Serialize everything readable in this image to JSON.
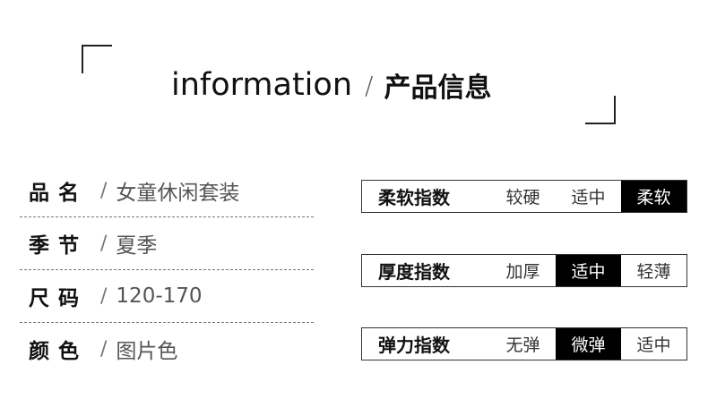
{
  "header": {
    "title_en": "information",
    "separator": "/",
    "title_cn": "产品信息"
  },
  "specs": [
    {
      "label": "品名",
      "sep": "/",
      "value": "女童休闲套装"
    },
    {
      "label": "季节",
      "sep": "/",
      "value": "夏季"
    },
    {
      "label": "尺码",
      "sep": "/",
      "value": "120-170"
    },
    {
      "label": "颜色",
      "sep": "/",
      "value": "图片色"
    }
  ],
  "indices": [
    {
      "label": "柔软指数",
      "options": [
        "较硬",
        "适中",
        "柔软"
      ],
      "selected": "柔软"
    },
    {
      "label": "厚度指数",
      "options": [
        "加厚",
        "适中",
        "轻薄"
      ],
      "selected": "适中"
    },
    {
      "label": "弹力指数",
      "options": [
        "无弹",
        "微弹",
        "适中"
      ],
      "selected": "微弹"
    }
  ],
  "colors": {
    "selected_bg": "#000000",
    "selected_text": "#ffffff",
    "text": "#1a1a1a"
  }
}
